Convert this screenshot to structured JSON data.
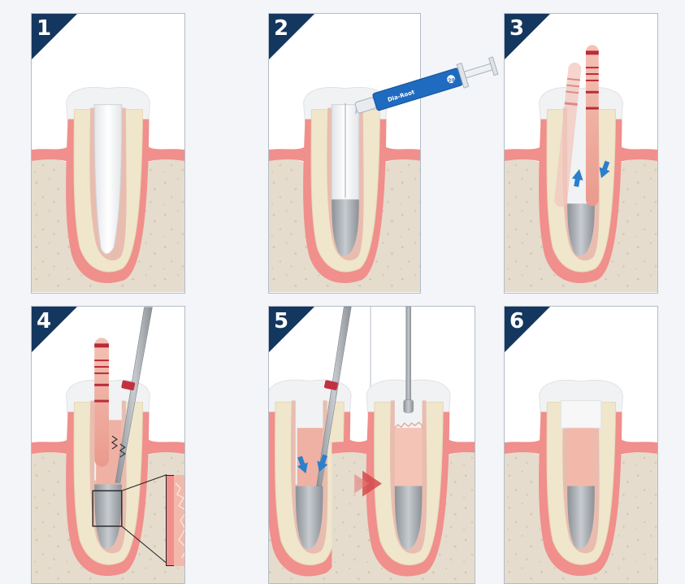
{
  "panels": [
    {
      "number": "1",
      "label": ""
    },
    {
      "number": "2",
      "label": ""
    },
    {
      "number": "3",
      "label": ""
    },
    {
      "number": "4",
      "label": ""
    },
    {
      "number": "5",
      "label": ""
    },
    {
      "number": "6",
      "label": ""
    }
  ],
  "syringe": {
    "brand": "Dia-Root",
    "size_badge": "2g"
  },
  "colors": {
    "badge": "#14375f",
    "gum": "#f08f8b",
    "bone": "#e5dccd",
    "dentin": "#efe6cc",
    "canal": "#e8bdb0",
    "gutta_percha": "#f2b9ab",
    "filler_gray": "#a9adb2",
    "marker_blue": "#2b7fcb",
    "stopper_red": "#c33040",
    "syringe_blue": "#1f6bbf"
  }
}
